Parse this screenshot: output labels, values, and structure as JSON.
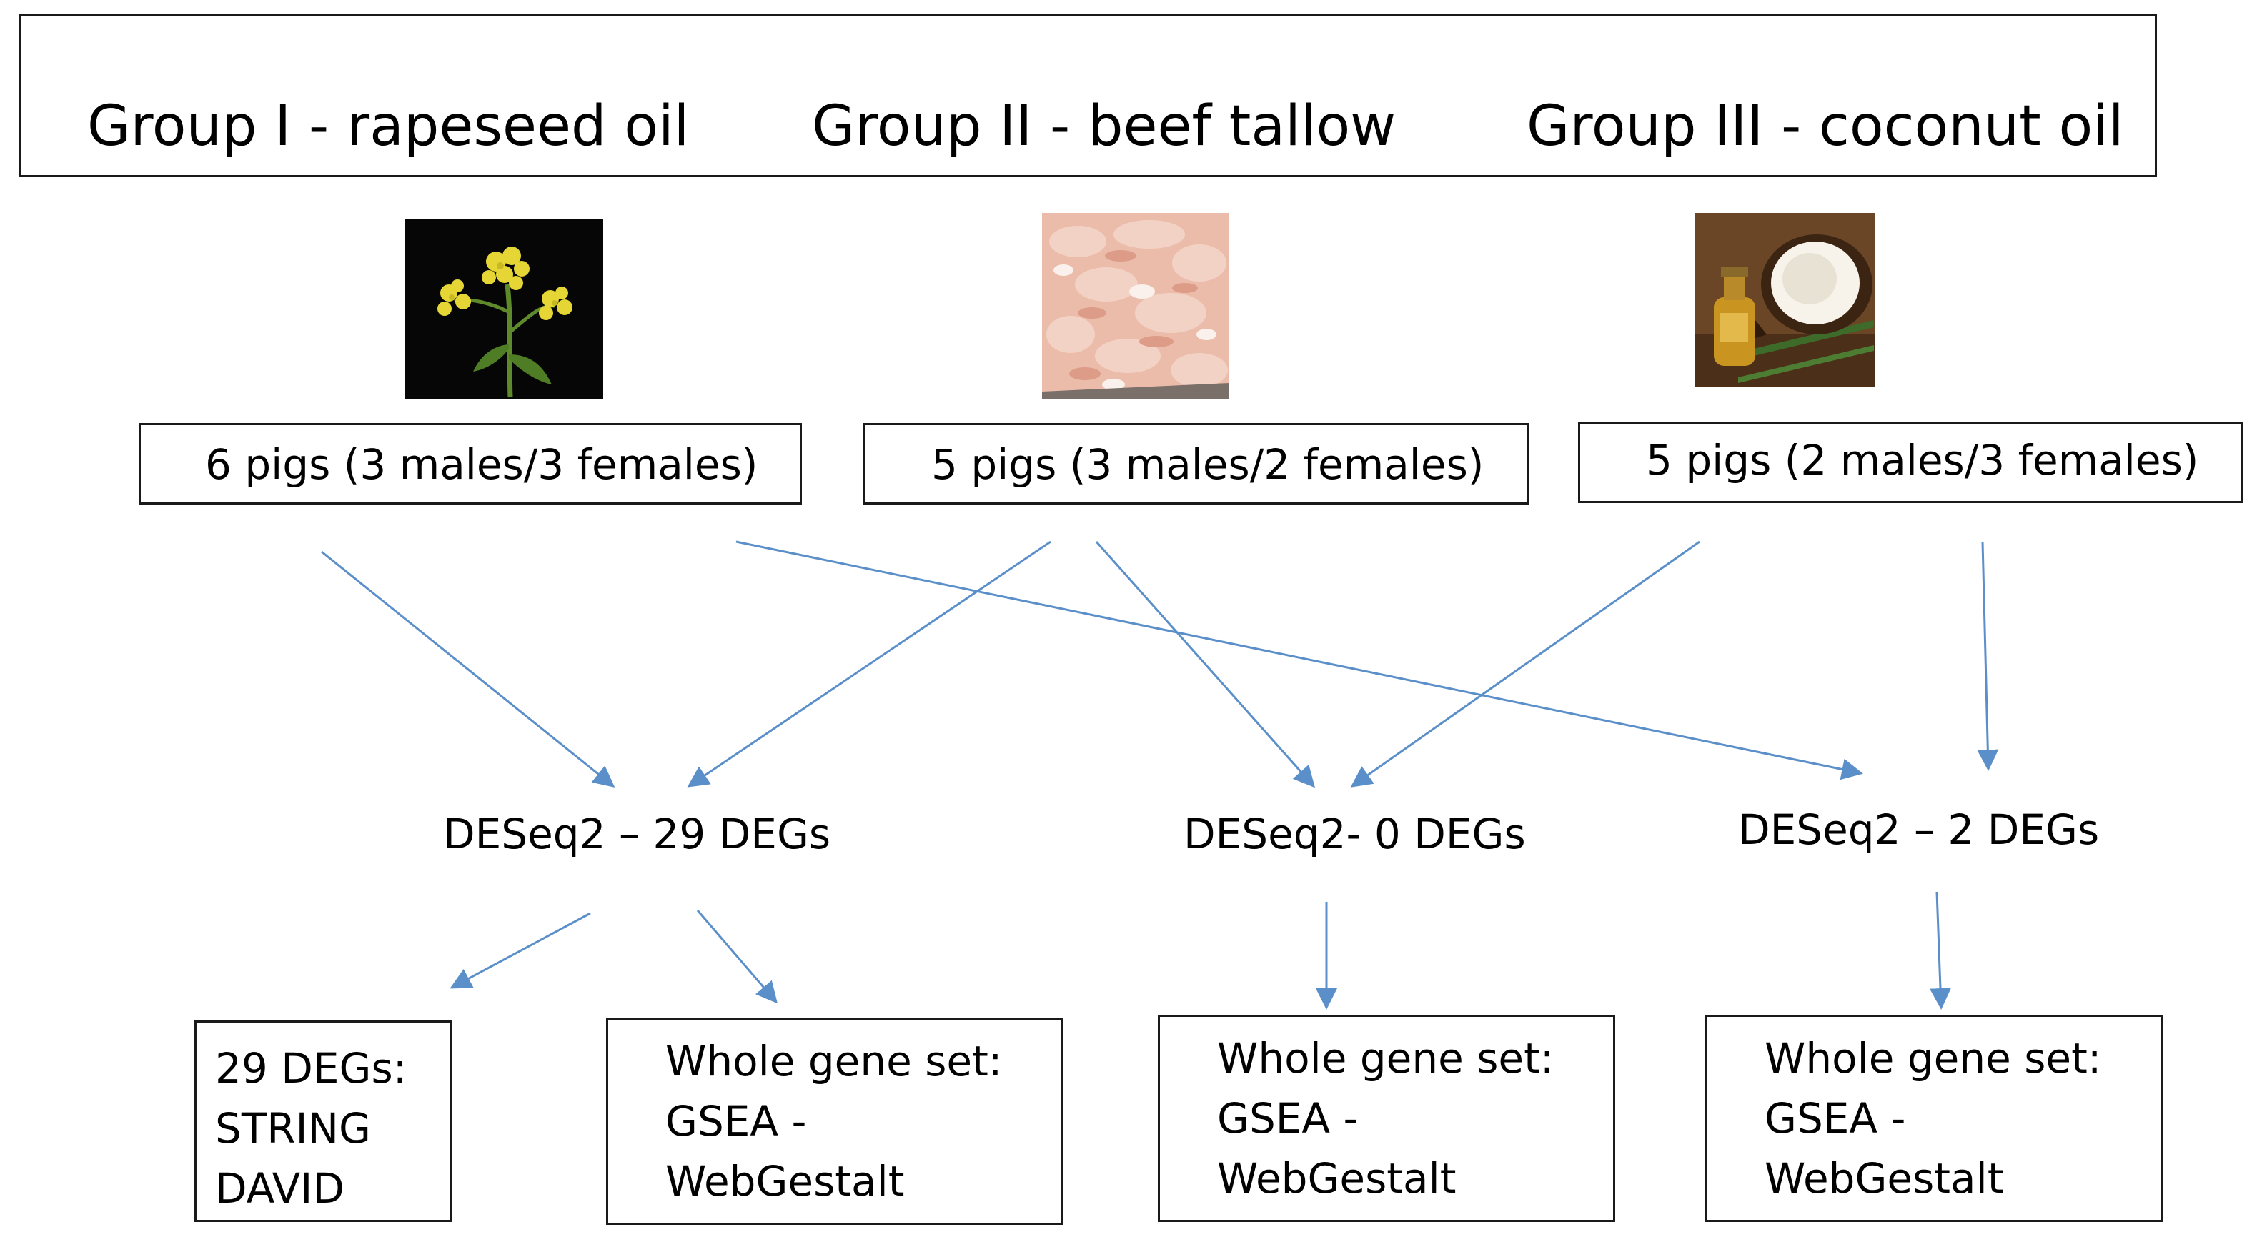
{
  "groups": [
    {
      "title": "Group I -  rapeseed oil",
      "pigs": "6 pigs (3 males/3 females)",
      "photo": "rapeseed-flower"
    },
    {
      "title": "Group II - beef tallow",
      "pigs": "5 pigs (3 males/2 females)",
      "photo": "beef-tallow"
    },
    {
      "title": "Group III - coconut oil",
      "pigs": "5 pigs (2 males/3 females)",
      "photo": "coconut-oil"
    }
  ],
  "deseq": [
    {
      "label": "DESeq2 – 29 DEGs"
    },
    {
      "label": "DESeq2- 0 DEGs"
    },
    {
      "label": "DESeq2 – 2 DEGs"
    }
  ],
  "outputs": [
    {
      "lines": [
        "29 DEGs:",
        "STRING",
        "DAVID"
      ]
    },
    {
      "lines": [
        "Whole gene set:",
        "GSEA -",
        "WebGestalt"
      ]
    },
    {
      "lines": [
        "Whole gene set:",
        "GSEA -",
        "WebGestalt"
      ]
    },
    {
      "lines": [
        "Whole gene set:",
        "GSEA -",
        "WebGestalt"
      ]
    }
  ],
  "colors": {
    "arrow": "#5b8fc9",
    "border": "#1a1a1a",
    "text": "#000000"
  }
}
